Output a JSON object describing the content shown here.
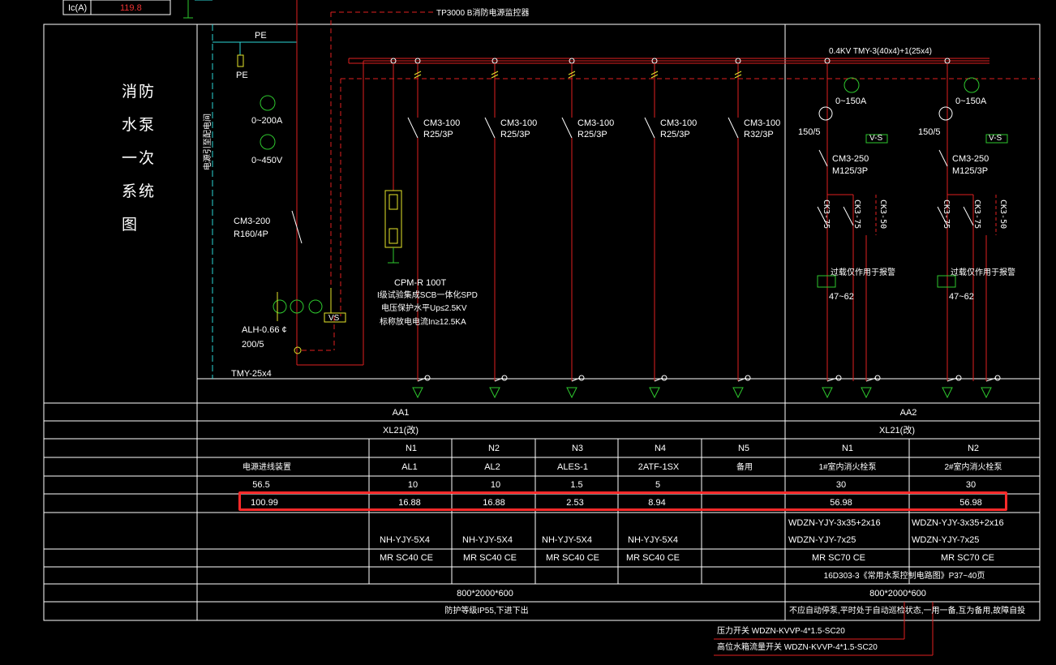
{
  "header": {
    "ic_label": "Ic(A)",
    "ic_value": "119.8",
    "monitor": "TP3000 B消防电源监控器",
    "busbar": "0.4KV TMY-3(40x4)+1(25x4)"
  },
  "title": [
    "消防",
    "水泵",
    "一次",
    "系统",
    "图"
  ],
  "left_panel": {
    "pe": "PE",
    "pe_terminal": "PE",
    "ammeter_range": "0~200A",
    "volt_range": "0~450V",
    "breaker": [
      "CM3-200",
      "R160/4P"
    ],
    "ct": [
      "ALH-0.66 ¢",
      "200/5"
    ],
    "bus": "TMY-25x4",
    "vs": "VS",
    "vertical_label": "电源引至配电间"
  },
  "aa1": {
    "breakers": [
      [
        "CM3-100",
        "R25/3P"
      ],
      [
        "CM3-100",
        "R25/3P"
      ],
      [
        "CM3-100",
        "R25/3P"
      ],
      [
        "CM3-100",
        "R25/3P"
      ],
      [
        "CM3-100",
        "R32/3P"
      ]
    ],
    "spd": [
      "CPM-R 100T",
      "I级试验集成SCB一体化SPD",
      "电压保护水平Up≤2.5KV",
      "标称放电电流In≥12.5KA"
    ]
  },
  "aa2": {
    "ammeter_range": "0~150A",
    "ct": "150/5",
    "vs": "V-S",
    "breaker": [
      "CM3-250",
      "M125/3P"
    ],
    "contactors": [
      "CK3-75",
      "CK3-75",
      "CK3-50"
    ],
    "relay_label": "过载仅作用于报警",
    "relay_range": "47~62"
  },
  "table": {
    "panel_names": [
      "AA1",
      "AA2"
    ],
    "panel_models": [
      "XL21(改)",
      "XL21(改)"
    ],
    "circuit_nos": [
      "N1",
      "N2",
      "N3",
      "N4",
      "N5",
      "N1",
      "N2"
    ],
    "row_label": "电源进线装置",
    "loads": [
      "AL1",
      "AL2",
      "ALES-1",
      "2ATF-1SX",
      "备用",
      "1#室内消火栓泵",
      "2#室内消火栓泵"
    ],
    "power_main": "56.5",
    "powers": [
      "10",
      "10",
      "1.5",
      "5",
      "",
      "30",
      "30"
    ],
    "current_main": "100.99",
    "currents": [
      "16.88",
      "16.88",
      "2.53",
      "8.94",
      "",
      "56.98",
      "56.98"
    ],
    "cables": [
      "NH-YJY-5X4",
      "NH-YJY-5X4",
      "NH-YJY-5X4",
      "NH-YJY-5X4"
    ],
    "cables_aa2_1": [
      "WDZN-YJY-3x35+2x16",
      "WDZN-YJY-7x25"
    ],
    "cables_aa2_2": [
      "WDZN-YJY-3x35+2x16",
      "WDZN-YJY-7x25"
    ],
    "conduits": [
      "MR SC40 CE",
      "MR SC40 CE",
      "MR SC40 CE",
      "MR SC40 CE"
    ],
    "conduits_aa2": [
      "MR SC70 CE",
      "MR SC70 CE"
    ],
    "aa2_ref": "16D303-3《常用水泵控制电路图》P37~40页",
    "size_aa1": "800*2000*600",
    "size_aa2": "800*2000*600",
    "note_aa1": "防护等级IP55,下进下出",
    "note_aa2": "不应自动停泵,平时处于自动巡检状态,一用一备,互为备用,故障自投"
  },
  "footer": {
    "notes": [
      "压力开关 WDZN-KVVP-4*1.5-SC20",
      "高位水箱流量开关 WDZN-KVVP-4*1.5-SC20"
    ]
  }
}
